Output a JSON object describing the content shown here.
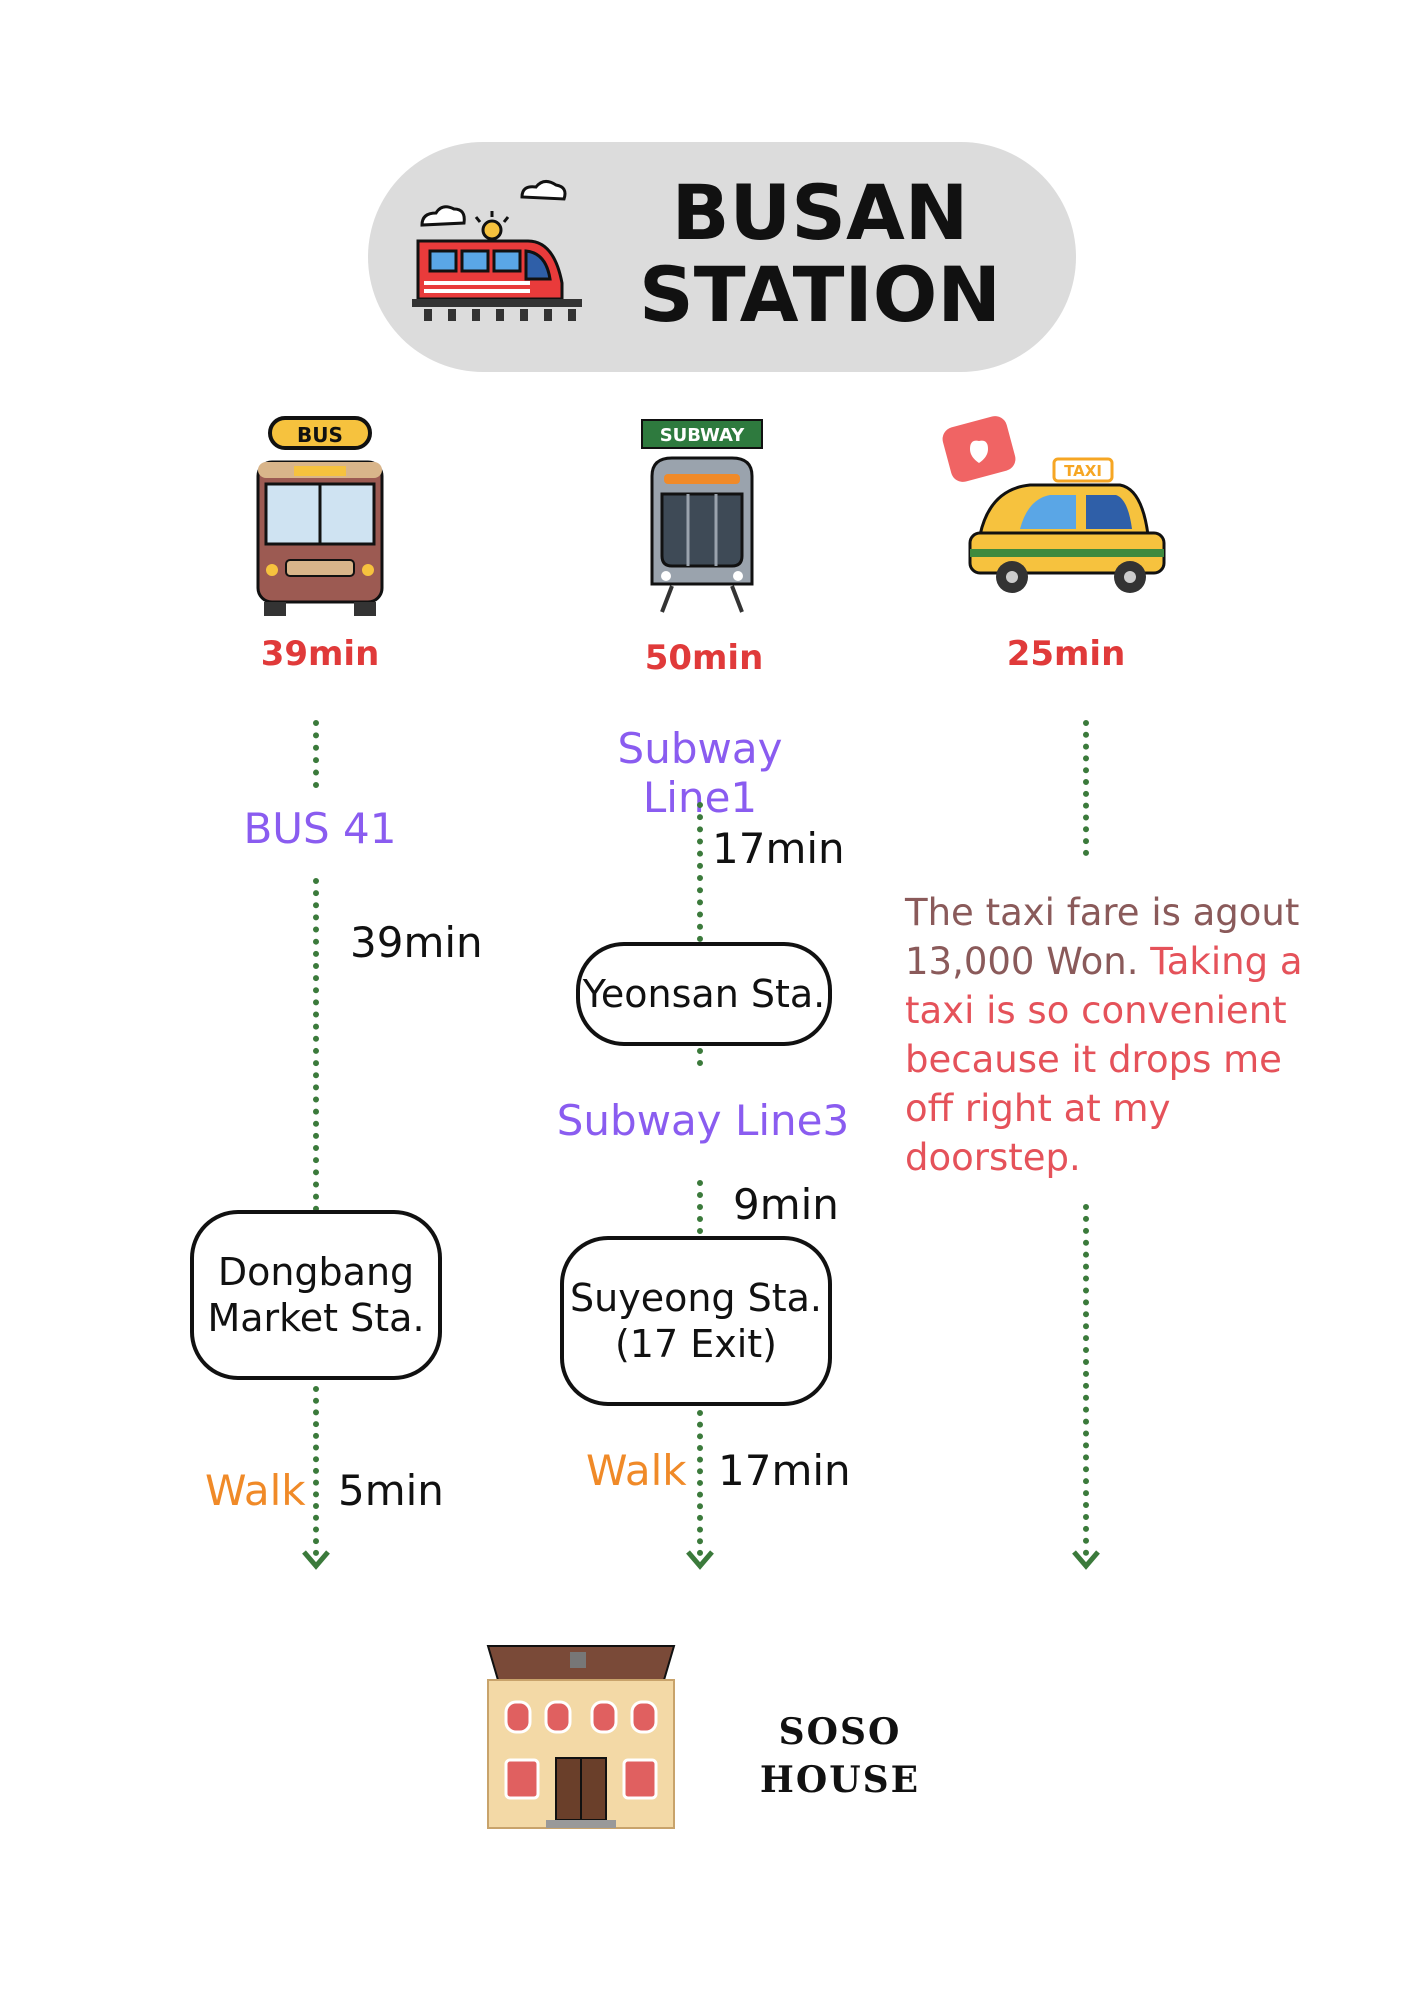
{
  "header": {
    "title_line1": "BUSAN",
    "title_line2": "STATION"
  },
  "columns": {
    "bus": {
      "sign": "BUS",
      "total": "39min",
      "route": "BUS 41",
      "route_time": "39min",
      "station": "Dongbang Market Sta.",
      "walk_label": "Walk",
      "walk_time": "5min"
    },
    "subway": {
      "sign": "SUBWAY",
      "total": "50min",
      "line1": "Subway Line1",
      "line1_time": "17min",
      "transfer_station": "Yeonsan Sta.",
      "line3": "Subway Line3",
      "line3_time": "9min",
      "station_line1": "Suyeong Sta.",
      "station_line2": "(17 Exit)",
      "walk_label": "Walk",
      "walk_time": "17min"
    },
    "taxi": {
      "sign": "TAXI",
      "total": "25min",
      "note_part1": "The taxi fare is agout 13,000 Won.",
      "note_part2": "Taking a taxi is so convenient because it drops me off right at my doorstep."
    }
  },
  "destination": {
    "line1": "SOSO",
    "line2": "HOUSE"
  },
  "colors": {
    "route_green": "#3b7a3b",
    "time_red": "#e03a3a",
    "line_purple": "#8a5cf0",
    "walk_orange": "#f08a28",
    "note_red": "#e5525a"
  }
}
